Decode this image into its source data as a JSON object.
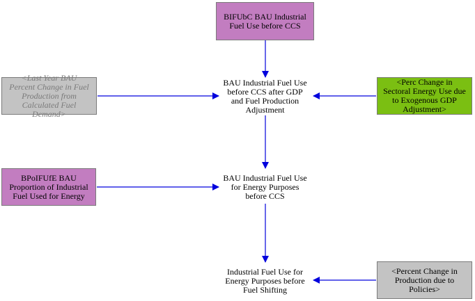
{
  "nodes": {
    "bifubc": {
      "label": "BIFUbC BAU Industrial\nFuel Use before CCS",
      "style": "purple"
    },
    "last_year": {
      "label": "<Last Year BAU\nPercent Change in Fuel\nProduction from\nCalculated Fuel\nDemand>",
      "style": "gray-italic"
    },
    "bau_after_gdp": {
      "label": "BAU Industrial Fuel Use\nbefore CCS after GDP\nand Fuel Production\nAdjustment",
      "style": "plain"
    },
    "perc_change_sectoral": {
      "label": "<Perc Change in\nSectoral Energy Use due\nto Exogenous GDP\nAdjustment>",
      "style": "green"
    },
    "bpoifufe": {
      "label": "BPoIFUfE BAU\nProportion of Industrial\nFuel Used for Energy",
      "style": "purple"
    },
    "bau_energy": {
      "label": "BAU Industrial Fuel Use\nfor Energy Purposes\nbefore CCS",
      "style": "plain"
    },
    "industrial_final": {
      "label": "Industrial Fuel Use for\nEnergy Purposes before\nFuel Shifting",
      "style": "plain"
    },
    "percent_change_policies": {
      "label": "<Percent Change in\nProduction due to\nPolicies>",
      "style": "gray"
    }
  },
  "colors": {
    "arrow": "#0000dd",
    "purple": "#c27dc0",
    "green": "#7bbf12",
    "gray": "#c3c3c3"
  }
}
